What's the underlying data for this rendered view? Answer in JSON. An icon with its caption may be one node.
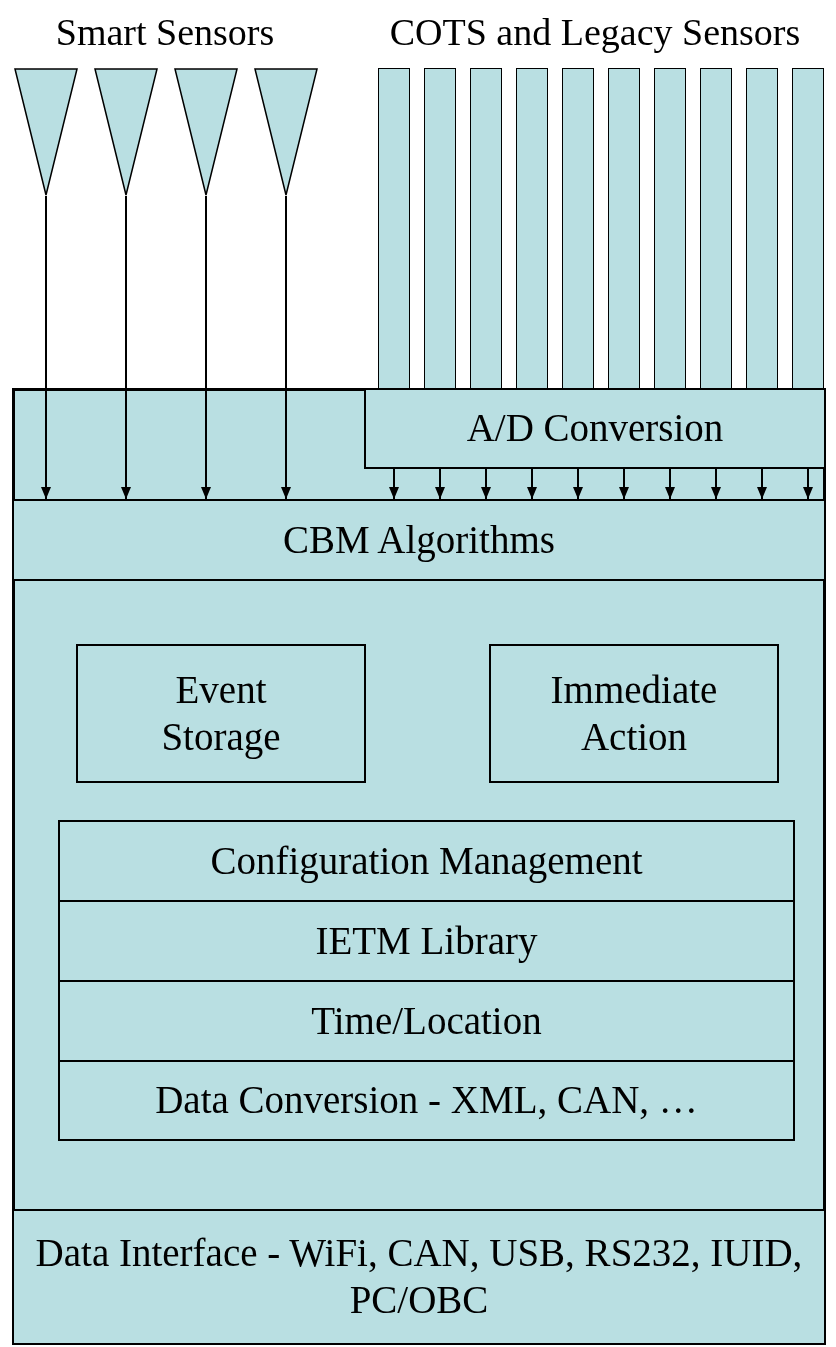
{
  "diagram": {
    "nodes": [
      {
        "text": [],
        "shape": "triangle"
      },
      {
        "text": [],
        "shape": "triangle"
      },
      {
        "text": [],
        "shape": "triangle"
      },
      {
        "text": [],
        "shape": "triangle"
      },
      {
        "text": [],
        "shape": "bar"
      },
      {
        "text": [],
        "shape": "bar"
      },
      {
        "text": [],
        "shape": "bar"
      },
      {
        "text": [],
        "shape": "bar"
      },
      {
        "text": [],
        "shape": "bar"
      },
      {
        "text": [],
        "shape": "bar"
      },
      {
        "text": [],
        "shape": "bar"
      },
      {
        "text": [],
        "shape": "bar"
      },
      {
        "text": [],
        "shape": "bar"
      },
      {
        "text": [],
        "shape": "bar"
      },
      {
        "text": [],
        "shape": "box"
      },
      {
        "text": [
          "A/D Conversion"
        ],
        "in": 14
      },
      {
        "text": [
          "CBM Algorithms"
        ],
        "in": 14
      },
      {
        "text": [
          "Event Storage"
        ],
        "in": 14
      },
      {
        "text": [
          "Immediate Action"
        ],
        "in": 14
      },
      {
        "text": [
          "Configuration Management"
        ],
        "in": 14
      },
      {
        "text": [
          "IETM Library"
        ],
        "in": 14
      },
      {
        "text": [
          "Time/Location"
        ],
        "in": 14
      },
      {
        "text": [
          "Data Conversion - XML, CAN, …"
        ],
        "in": 14
      },
      {
        "text": [
          "Data Interface - WiFi, CAN, USB, RS232, IUID, PC/OBC"
        ],
        "in": 14
      }
    ],
    "edges": [
      {
        "from": 0,
        "to": 16,
        "arrow": "to"
      },
      {
        "from": 1,
        "to": 16,
        "arrow": "to"
      },
      {
        "from": 2,
        "to": 16,
        "arrow": "to"
      },
      {
        "from": 3,
        "to": 16,
        "arrow": "to"
      },
      {
        "from": 15,
        "to": 16,
        "arrow": "to"
      },
      {
        "from": 15,
        "to": 16,
        "arrow": "to"
      },
      {
        "from": 15,
        "to": 16,
        "arrow": "to"
      },
      {
        "from": 15,
        "to": 16,
        "arrow": "to"
      },
      {
        "from": 15,
        "to": 16,
        "arrow": "to"
      },
      {
        "from": 15,
        "to": 16,
        "arrow": "to"
      },
      {
        "from": 15,
        "to": 16,
        "arrow": "to"
      },
      {
        "from": 15,
        "to": 16,
        "arrow": "to"
      },
      {
        "from": 15,
        "to": 16,
        "arrow": "to"
      },
      {
        "from": 15,
        "to": 16,
        "arrow": "to"
      }
    ],
    "labels": [
      "Smart Sensors",
      "COTS and Legacy Sensors"
    ]
  }
}
